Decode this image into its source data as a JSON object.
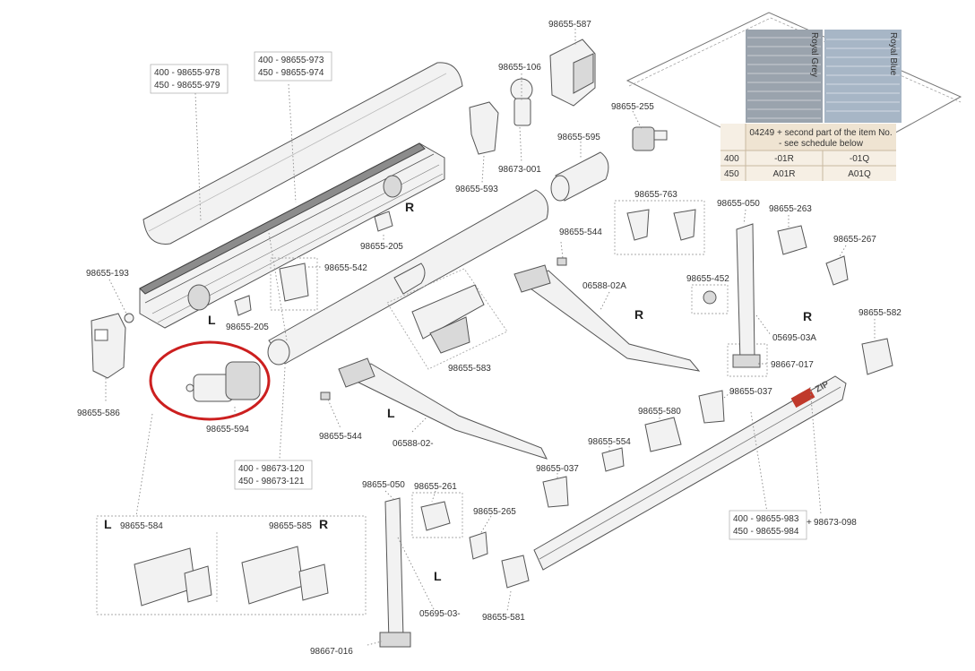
{
  "parts": {
    "p587": "98655-587",
    "p106": "98655-106",
    "p001": "98673-001",
    "p593": "98655-593",
    "p255": "98655-255",
    "p595": "98655-595",
    "p205a": "98655-205",
    "p205b": "98655-205",
    "p542": "98655-542",
    "p193": "98655-193",
    "p586": "98655-586",
    "p594": "98655-594",
    "p544a": "98655-544",
    "p544b": "98655-544",
    "p583": "98655-583",
    "p763": "98655-763",
    "p02A": "06588-02A",
    "p02": "06588-02-",
    "p050a": "98655-050",
    "p050b": "98655-050",
    "p263": "98655-263",
    "p267": "98655-267",
    "p452": "98655-452",
    "p03A": "05695-03A",
    "p03": "05695-03-",
    "p582": "98655-582",
    "p017": "98667-017",
    "p037a": "98655-037",
    "p037b": "98655-037",
    "p580": "98655-580",
    "p554": "98655-554",
    "p261": "98655-261",
    "p265": "98655-265",
    "p581": "98655-581",
    "p016": "98667-016",
    "p584": "98655-584",
    "p585": "98655-585",
    "p098": "98673-098"
  },
  "variants": {
    "front_cover": [
      "400 - 98655-978",
      "450 - 98655-979"
    ],
    "housing": [
      "400 - 98655-973",
      "450 - 98655-974"
    ],
    "roller_tube": [
      "400 - 98673-120",
      "450 - 98673-121"
    ],
    "front_profile": [
      "400 - 98655-983",
      "450 - 98655-984"
    ]
  },
  "sides": {
    "right": "R",
    "left": "L"
  },
  "fabric": {
    "swatch1": "Royal Grey",
    "swatch2": "Royal Blue",
    "swatch1_color": "#9aa3ad",
    "swatch2_color": "#a7b6c6",
    "header": [
      "04249 + second part of the item No.",
      "- see schedule below"
    ],
    "rows": [
      [
        "400",
        "-01R",
        "-01Q"
      ],
      [
        "450",
        "A01R",
        "A01Q"
      ]
    ]
  },
  "brand": {
    "label": "ZIP",
    "accent": "#c0392b"
  },
  "highlight_color": "#cc1f1f"
}
